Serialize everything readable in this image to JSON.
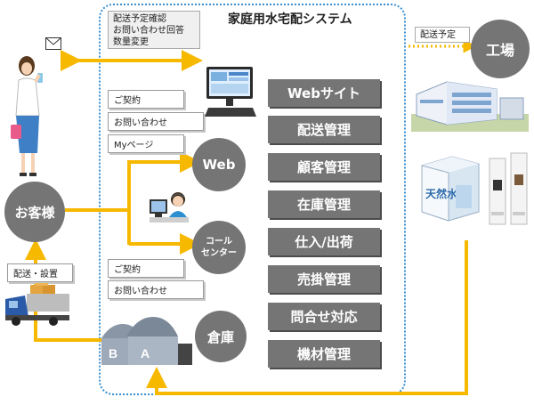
{
  "system": {
    "title": "家庭用水宅配システム"
  },
  "functions": [
    "Webサイト",
    "配送管理",
    "顧客管理",
    "在庫管理",
    "仕入/出荷",
    "売掛管理",
    "問合せ対応",
    "機材管理"
  ],
  "nodes": {
    "customer": "お客様",
    "web": "Web",
    "call_center": "コール\nセンター",
    "warehouse": "倉庫",
    "factory": "工場"
  },
  "notes": {
    "email_lines": [
      "配送予定確認",
      "お問い合わせ回答",
      "数量変更"
    ],
    "web_options": [
      "ご契約",
      "お問い合わせ",
      "Myページ"
    ],
    "call_options": [
      "ご契約",
      "お問い合わせ"
    ],
    "delivery": "配送・設置",
    "factory_schedule": "配送予定"
  },
  "colors": {
    "arrow": "#f7b800",
    "node_gray": "#757575",
    "frame": "#3a8fd0"
  },
  "icons": [
    "envelope-icon",
    "woman-phone-icon",
    "computer-icon",
    "operator-icon",
    "truck-icon",
    "warehouse-icon",
    "factory-icon",
    "water-box-icon",
    "water-server-icon"
  ]
}
